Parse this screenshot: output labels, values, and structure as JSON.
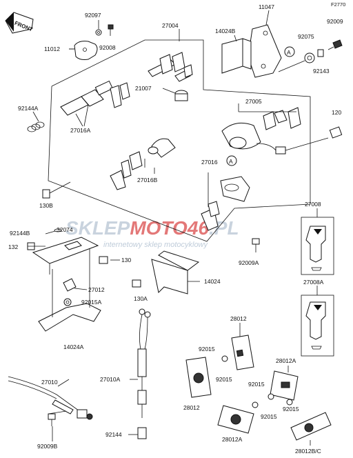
{
  "figure_number": "F2770",
  "front_label": "FRONT",
  "watermark": {
    "brand_part1": "SKLEP",
    "brand_part2": "MOTO46",
    "brand_suffix": ".PL",
    "subtitle": "internetowy sklep motocyklowy",
    "color_grey": "#c4cfdb",
    "color_red": "#e06a6a"
  },
  "callout_letter": "A",
  "parts": {
    "p92097": "92097",
    "p92008": "92008",
    "p11012": "11012",
    "p27004": "27004",
    "p11047": "11047",
    "p14024B": "14024B",
    "p92075": "92075",
    "p92009": "92009",
    "p92143": "92143",
    "p92144A": "92144A",
    "p21007": "21007",
    "p27016A": "27016A",
    "p27005": "27005",
    "p120": "120",
    "p27016B": "27016B",
    "p27016": "27016",
    "p130B": "130B",
    "p27008": "27008",
    "p92144B": "92144B",
    "p32074": "32074",
    "p132": "132",
    "p130": "130",
    "p92009A": "92009A",
    "p27012": "27012",
    "p92015A": "92015A",
    "p14024": "14024",
    "p130A": "130A",
    "p27008A": "27008A",
    "p14024A": "14024A",
    "p28012_top": "28012",
    "p92015_left": "92015",
    "p92015_mid": "92015",
    "p27010": "27010",
    "p27010A": "27010A",
    "p28012_left": "28012",
    "p28012A_right": "28012A",
    "p92015_r1": "92015",
    "p92015_r2": "92015",
    "p92015_r3": "92015",
    "p92144": "92144",
    "p28012A_bottom": "28012A",
    "p92009B": "92009B",
    "p28012BC": "28012B/C"
  }
}
